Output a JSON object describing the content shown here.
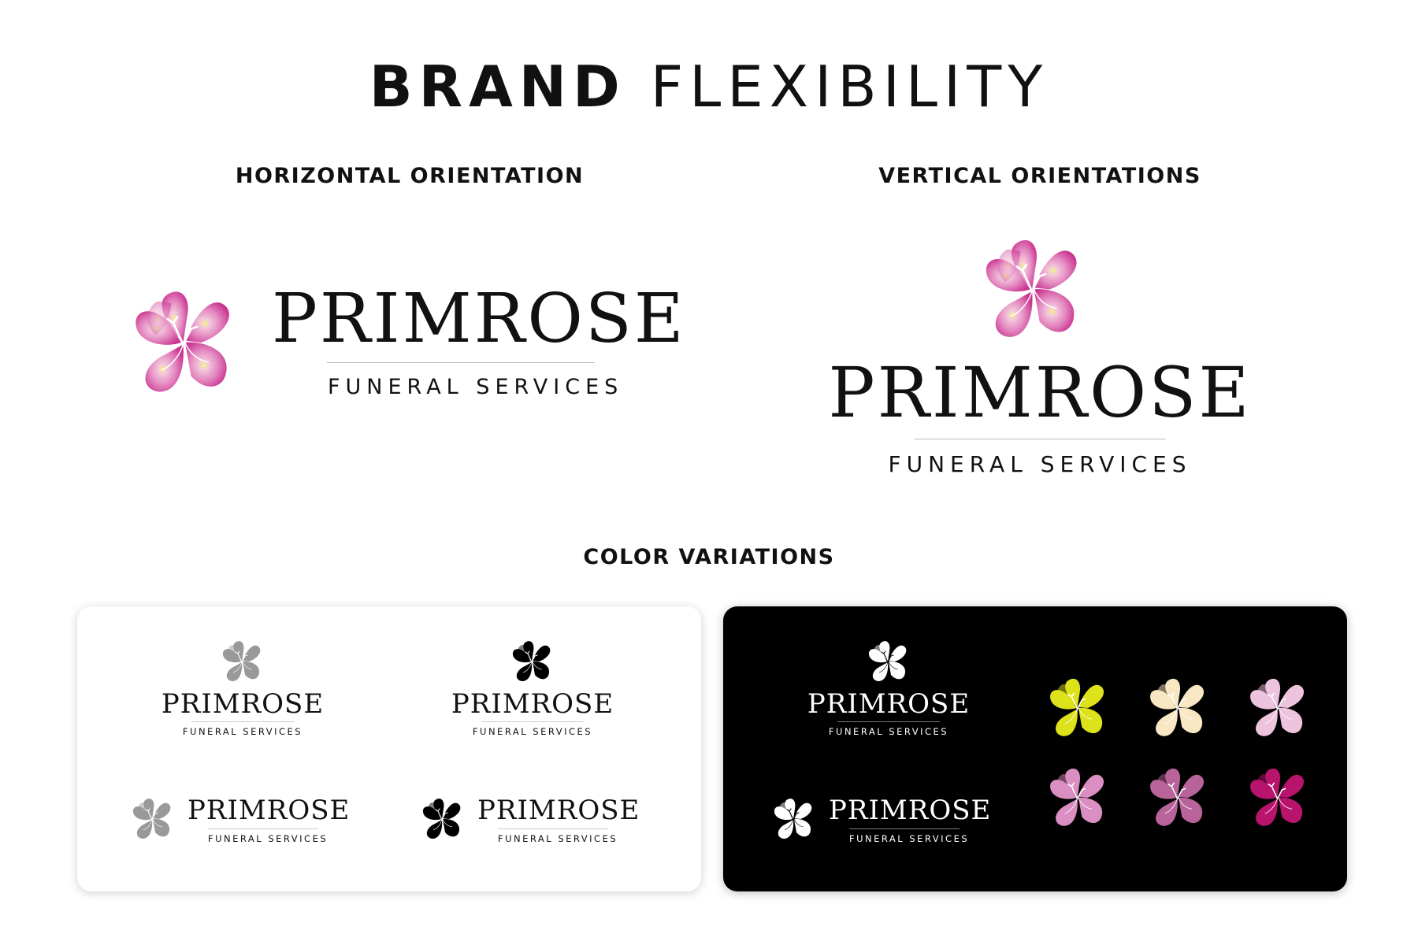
{
  "header": {
    "title_bold": "BRAND",
    "title_light": "FLEXIBILITY"
  },
  "sections": {
    "horizontal_label": "HORIZONTAL ORIENTATION",
    "vertical_label": "VERTICAL ORIENTATIONS",
    "color_label": "COLOR VARIATIONS"
  },
  "brand": {
    "name": "PRIMROSE",
    "tagline": "FUNERAL SERVICES"
  },
  "colors": {
    "gray": "#999999",
    "black": "#000000",
    "white": "#ffffff",
    "yellow": "#dde21a",
    "cream": "#f9e7c3",
    "light_pink": "#eec3dd",
    "pink": "#da8ec1",
    "mauve": "#b86399",
    "magenta": "#b8146e"
  },
  "icons": {
    "flower": "primrose-flower-icon"
  }
}
